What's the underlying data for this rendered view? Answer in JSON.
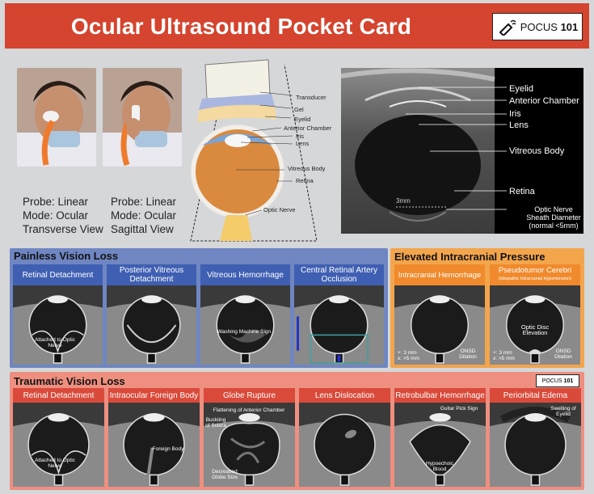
{
  "header": {
    "title": "Ocular Ultrasound Pocket Card",
    "logo_text": "POCUS",
    "logo_num": "101"
  },
  "probes": [
    {
      "line1": "Probe: Linear",
      "line2": "Mode: Ocular",
      "line3": "Transverse View"
    },
    {
      "line1": "Probe: Linear",
      "line2": "Mode: Ocular",
      "line3": "Sagittal View"
    }
  ],
  "diagram_labels": {
    "transducer": "Transducer",
    "gel": "Gel",
    "eyelid": "Eyelid",
    "anterior_chamber": "Anterior Chamber",
    "iris": "Iris",
    "lens": "Lens",
    "vitreous_body": "Vitreous Body",
    "retina": "Retina",
    "optic_nerve": "Optic Nerve"
  },
  "ultrasound_labels": {
    "eyelid": "Eyelid",
    "anterior_chamber": "Anterior Chamber",
    "iris": "Iris",
    "lens": "Lens",
    "vitreous_body": "Vitreous Body",
    "retina": "Retina",
    "onsd_1": "Optic Nerve",
    "onsd_2": "Sheath Diameter",
    "onsd_3": "(normal <5mm)",
    "scale": "3mm"
  },
  "painless": {
    "title": "Painless Vision Loss",
    "cards": [
      {
        "head": "Retinal Detachment",
        "caption": "Attached to Optic Nerve"
      },
      {
        "head": "Posterior Vitreous Detachment",
        "caption": ""
      },
      {
        "head": "Vitreous Hemorrhage",
        "caption": "Washing Machine Sign"
      },
      {
        "head": "Central Retinal Artery Occlusion",
        "caption": ""
      }
    ]
  },
  "icp": {
    "title": "Elevated Intracranial Pressure",
    "cards": [
      {
        "head": "Intracranial Hemorrhage",
        "sub": "",
        "caption": "",
        "plus": "+: 3 mm",
        "x": "x: >5 mm",
        "onsd": "ONSD Dilation"
      },
      {
        "head": "Pseudotumor Cerebri",
        "sub": "(Idiopathic Intracranial Hypertension)",
        "caption": "Optic Disc Elevation",
        "plus": "+: 3 mm",
        "x": "x: >5 mm",
        "onsd": "ONSD Dilation"
      }
    ]
  },
  "traumatic": {
    "title": "Traumatic Vision Loss",
    "logo_text": "POCUS",
    "logo_num": "101",
    "cards": [
      {
        "head": "Retinal Detachment",
        "caption": "Attached to Optic Nerve"
      },
      {
        "head": "Intraocular Foreign Body",
        "caption": "Foreign Body"
      },
      {
        "head": "Globe Rupture",
        "caption": "Flattening of Anterior Chamber",
        "cap2": "Buckling of Sclera",
        "cap3": "Decreased Globe Size"
      },
      {
        "head": "Lens Dislocation",
        "caption": ""
      },
      {
        "head": "Retrobulbar Hemorrhage",
        "caption": "Guitar Pick Sign",
        "cap2": "Hypoechoic Blood"
      },
      {
        "head": "Periorbital Edema",
        "caption": "Swelling of Eyelid"
      }
    ]
  },
  "colors": {
    "header_red": "#d4442e",
    "painless_panel": "#6f86c2",
    "painless_head": "#3f5fb2",
    "icp_panel": "#f3a54c",
    "icp_head": "#f08a2c",
    "trauma_panel": "#ee8f80",
    "trauma_head": "#d94a3a"
  }
}
